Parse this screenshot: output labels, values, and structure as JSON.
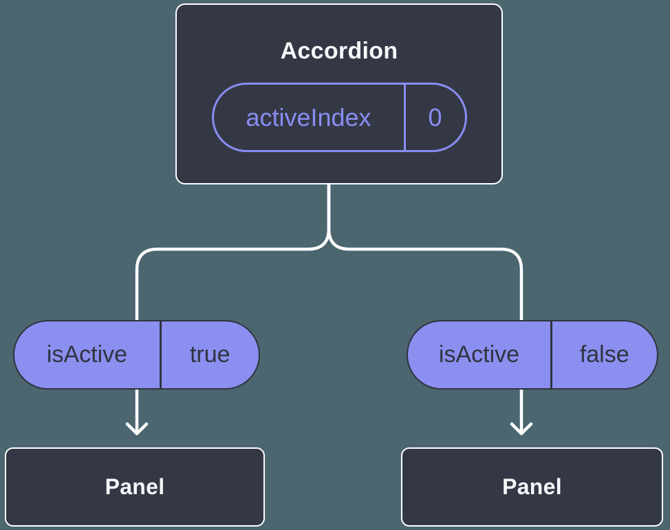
{
  "diagram": {
    "root": {
      "label": "Accordion",
      "state_pill": {
        "name": "activeIndex",
        "value": "0"
      }
    },
    "children": [
      {
        "prop_pill": {
          "name": "isActive",
          "value": "true"
        },
        "label": "Panel"
      },
      {
        "prop_pill": {
          "name": "isActive",
          "value": "false"
        },
        "label": "Panel"
      }
    ]
  },
  "icons": {
    "arrow_down_left": "arrow-down-icon",
    "arrow_down_right": "arrow-down-icon"
  },
  "colors": {
    "background": "#4C6670",
    "node_fill": "#343845",
    "node_border": "#FFFFFF",
    "node_text": "#F6F7F9",
    "state_accent": "#888DF2",
    "prop_fill": "#8B8FF0",
    "prop_text": "#2F343F",
    "connector": "#FFFFFF"
  }
}
